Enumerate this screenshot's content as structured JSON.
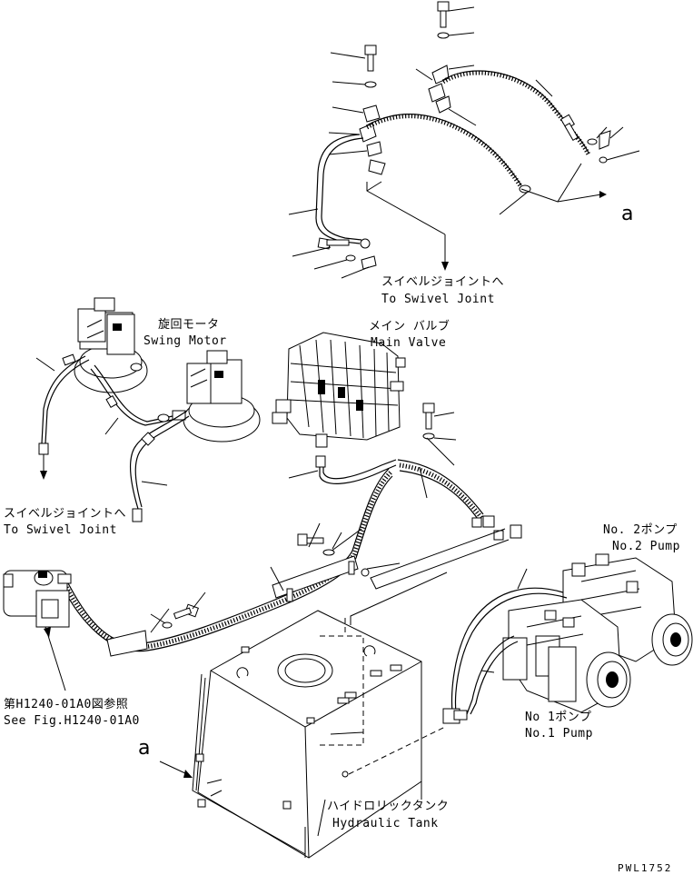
{
  "labels": {
    "to_swivel_top_jp": "スイベルジョイントへ",
    "to_swivel_top_en": "To Swivel Joint",
    "swing_motor_jp": "旋回モータ",
    "swing_motor_en": "Swing Motor",
    "main_valve_jp": "メイン バルブ",
    "main_valve_en": "Main Valve",
    "to_swivel_left_jp": "スイベルジョイントへ",
    "to_swivel_left_en": "To Swivel Joint",
    "no2_pump_jp": "No. 2ポンプ",
    "no2_pump_en": "No.2 Pump",
    "no1_pump_jp": "No 1ポンプ",
    "no1_pump_en": "No.1 Pump",
    "see_fig_jp": "第H1240-01A0図参照",
    "see_fig_en": "See Fig.H1240-01A0",
    "hydraulic_tank_jp": "ハイドロリックタンク",
    "hydraulic_tank_en": "Hydraulic Tank",
    "view_a_top": "a",
    "view_a_left": "a",
    "drawing_no": "PWL1752"
  }
}
